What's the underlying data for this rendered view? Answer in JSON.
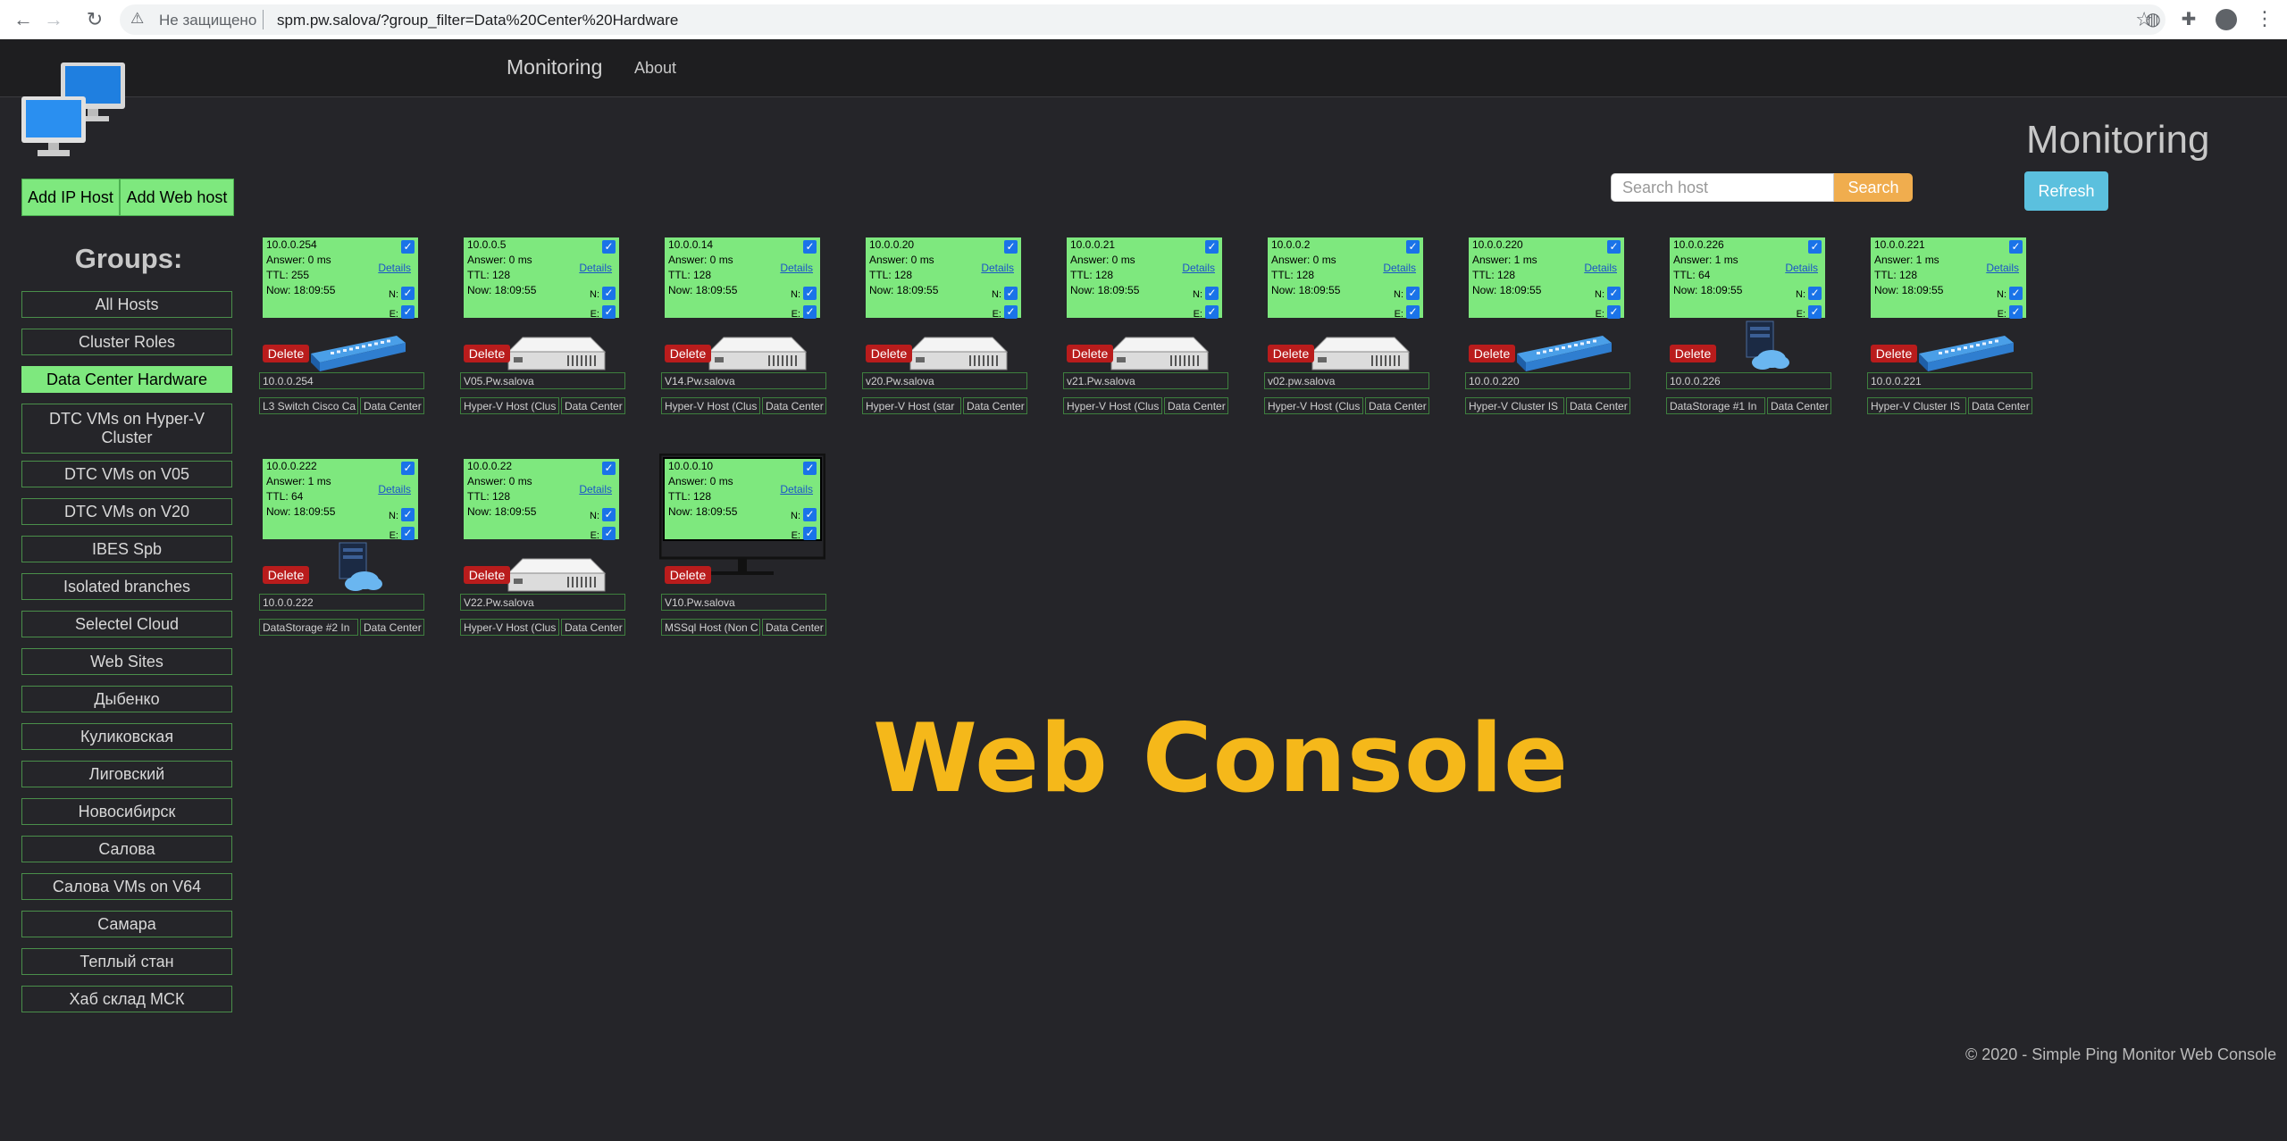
{
  "browser": {
    "security_label": "Не защищено",
    "url": "spm.pw.salova/?group_filter=Data%20Center%20Hardware"
  },
  "nav": {
    "brand": "Monitoring",
    "about": "About"
  },
  "buttons": {
    "add_ip_host": "Add IP Host",
    "add_web_host": "Add Web host"
  },
  "groups": {
    "title": "Groups:",
    "items": [
      {
        "label": "All Hosts",
        "active": false
      },
      {
        "label": "Cluster Roles",
        "active": false
      },
      {
        "label": "Data Center Hardware",
        "active": true
      },
      {
        "label": "DTC VMs on Hyper-V Cluster",
        "active": false
      },
      {
        "label": "DTC VMs on V05",
        "active": false
      },
      {
        "label": "DTC VMs on V20",
        "active": false
      },
      {
        "label": "IBES Spb",
        "active": false
      },
      {
        "label": "Isolated branches",
        "active": false
      },
      {
        "label": "Selectel Cloud",
        "active": false
      },
      {
        "label": "Web Sites",
        "active": false
      },
      {
        "label": "Дыбенко",
        "active": false
      },
      {
        "label": "Куликовская",
        "active": false
      },
      {
        "label": "Лиговский",
        "active": false
      },
      {
        "label": "Новосибирск",
        "active": false
      },
      {
        "label": "Салова",
        "active": false
      },
      {
        "label": "Салова VMs on V64",
        "active": false
      },
      {
        "label": "Самара",
        "active": false
      },
      {
        "label": "Теплый стан",
        "active": false
      },
      {
        "label": "Хаб склад МСК",
        "active": false
      }
    ]
  },
  "search": {
    "placeholder": "Search host",
    "button": "Search"
  },
  "monitoring_title": "Monitoring",
  "refresh": "Refresh",
  "card_labels": {
    "details": "Details",
    "delete": "Delete",
    "n": "N:",
    "e": "E:"
  },
  "hosts": [
    {
      "ip": "10.0.0.254",
      "answer": "Answer: 0 ms",
      "ttl": "TTL: 255",
      "now": "Now: 18:09:55",
      "name": "10.0.0.254",
      "desc": "L3 Switch Cisco Ca",
      "group": "Data Center",
      "icon": "switch-icon"
    },
    {
      "ip": "10.0.0.5",
      "answer": "Answer: 0 ms",
      "ttl": "TTL: 128",
      "now": "Now: 18:09:55",
      "name": "V05.Pw.salova",
      "desc": "Hyper-V Host (Clus",
      "group": "Data Center",
      "icon": "server-icon"
    },
    {
      "ip": "10.0.0.14",
      "answer": "Answer: 0 ms",
      "ttl": "TTL: 128",
      "now": "Now: 18:09:55",
      "name": "V14.Pw.salova",
      "desc": "Hyper-V Host (Clus",
      "group": "Data Center",
      "icon": "server-icon"
    },
    {
      "ip": "10.0.0.20",
      "answer": "Answer: 0 ms",
      "ttl": "TTL: 128",
      "now": "Now: 18:09:55",
      "name": "v20.Pw.salova",
      "desc": "Hyper-V Host (star",
      "group": "Data Center",
      "icon": "server-icon"
    },
    {
      "ip": "10.0.0.21",
      "answer": "Answer: 0 ms",
      "ttl": "TTL: 128",
      "now": "Now: 18:09:55",
      "name": "v21.Pw.salova",
      "desc": "Hyper-V Host (Clus",
      "group": "Data Center",
      "icon": "server-icon"
    },
    {
      "ip": "10.0.0.2",
      "answer": "Answer: 0 ms",
      "ttl": "TTL: 128",
      "now": "Now: 18:09:55",
      "name": "v02.pw.salova",
      "desc": "Hyper-V Host (Clus",
      "group": "Data Center",
      "icon": "server-icon"
    },
    {
      "ip": "10.0.0.220",
      "answer": "Answer: 1 ms",
      "ttl": "TTL: 128",
      "now": "Now: 18:09:55",
      "name": "10.0.0.220",
      "desc": "Hyper-V Cluster IS",
      "group": "Data Center",
      "icon": "switch-icon"
    },
    {
      "ip": "10.0.0.226",
      "answer": "Answer: 1 ms",
      "ttl": "TTL: 64",
      "now": "Now: 18:09:55",
      "name": "10.0.0.226",
      "desc": "DataStorage #1 In",
      "group": "Data Center",
      "icon": "storage-cloud-icon"
    },
    {
      "ip": "10.0.0.221",
      "answer": "Answer: 1 ms",
      "ttl": "TTL: 128",
      "now": "Now: 18:09:55",
      "name": "10.0.0.221",
      "desc": "Hyper-V Cluster IS",
      "group": "Data Center",
      "icon": "switch-icon"
    },
    {
      "ip": "10.0.0.222",
      "answer": "Answer: 1 ms",
      "ttl": "TTL: 64",
      "now": "Now: 18:09:55",
      "name": "10.0.0.222",
      "desc": "DataStorage #2 In",
      "group": "Data Center",
      "icon": "storage-cloud-icon"
    },
    {
      "ip": "10.0.0.22",
      "answer": "Answer: 0 ms",
      "ttl": "TTL: 128",
      "now": "Now: 18:09:55",
      "name": "V22.Pw.salova",
      "desc": "Hyper-V Host (Clus",
      "group": "Data Center",
      "icon": "server-icon"
    },
    {
      "ip": "10.0.0.10",
      "answer": "Answer: 0 ms",
      "ttl": "TTL: 128",
      "now": "Now: 18:09:55",
      "name": "V10.Pw.salova",
      "desc": "MSSql Host (Non C",
      "group": "Data Center",
      "icon": "monitor-icon"
    }
  ],
  "web_console": "Web Console",
  "footer": "© 2020 - Simple Ping Monitor Web Console"
}
